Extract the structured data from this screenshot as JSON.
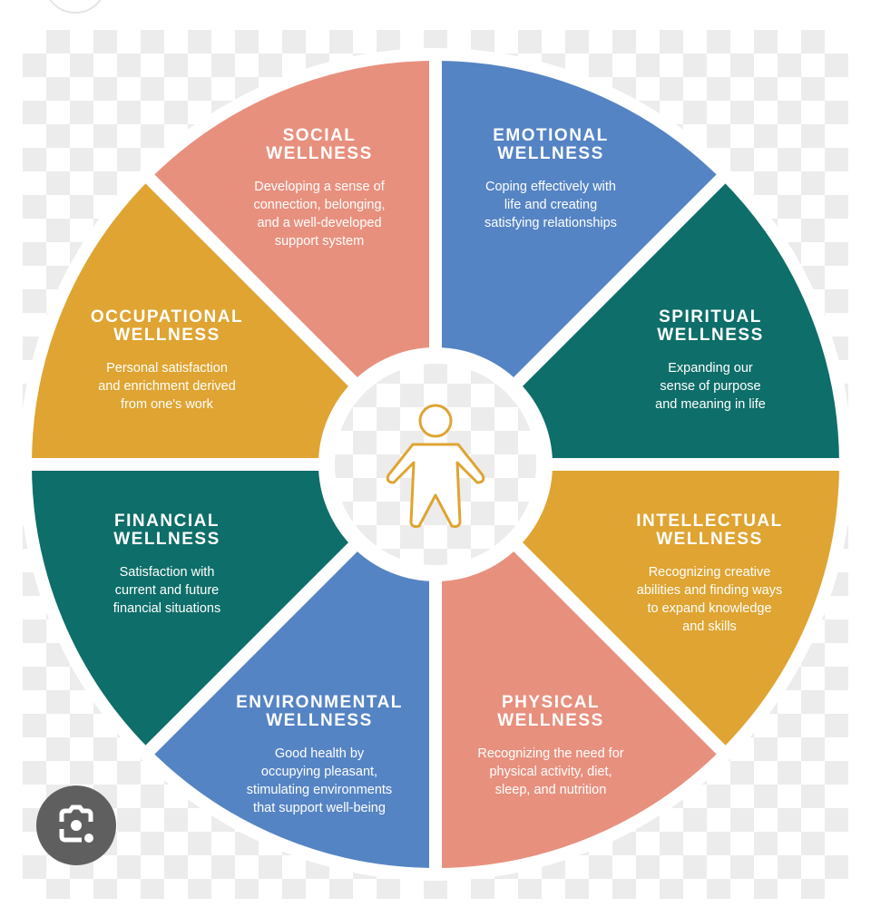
{
  "colors": {
    "salmon": "#E8907E",
    "blue": "#5584C4",
    "teal": "#0E6E69",
    "gold": "#DFA431",
    "figure": "#DFA431"
  },
  "segments": [
    {
      "title1": "SOCIAL",
      "title2": "WELLNESS",
      "desc": [
        "Developing a sense of",
        "connection, belonging,",
        "and a well-developed",
        "support system"
      ],
      "color": "#E8907E"
    },
    {
      "title1": "EMOTIONAL",
      "title2": "WELLNESS",
      "desc": [
        "Coping effectively with",
        "life and creating",
        "satisfying relationships"
      ],
      "color": "#5584C4"
    },
    {
      "title1": "SPIRITUAL",
      "title2": "WELLNESS",
      "desc": [
        "Expanding our",
        "sense of purpose",
        "and meaning in life"
      ],
      "color": "#0E6E69"
    },
    {
      "title1": "INTELLECTUAL",
      "title2": "WELLNESS",
      "desc": [
        "Recognizing creative",
        "abilities and finding ways",
        "to expand knowledge",
        "and skills"
      ],
      "color": "#DFA431"
    },
    {
      "title1": "PHYSICAL",
      "title2": "WELLNESS",
      "desc": [
        "Recognizing the need for",
        "physical activity, diet,",
        "sleep, and nutrition"
      ],
      "color": "#E8907E"
    },
    {
      "title1": "ENVIRONMENTAL",
      "title2": "WELLNESS",
      "desc": [
        "Good health by",
        "occupying pleasant,",
        "stimulating environments",
        "that support well-being"
      ],
      "color": "#5584C4"
    },
    {
      "title1": "FINANCIAL",
      "title2": "WELLNESS",
      "desc": [
        "Satisfaction with",
        "current and future",
        "financial situations"
      ],
      "color": "#0E6E69"
    },
    {
      "title1": "OCCUPATIONAL",
      "title2": "WELLNESS",
      "desc": [
        "Personal satisfaction",
        "and enrichment derived",
        "from one's work"
      ],
      "color": "#DFA431"
    }
  ],
  "icons": {
    "center": "person-icon",
    "lens": "google-lens-icon"
  }
}
